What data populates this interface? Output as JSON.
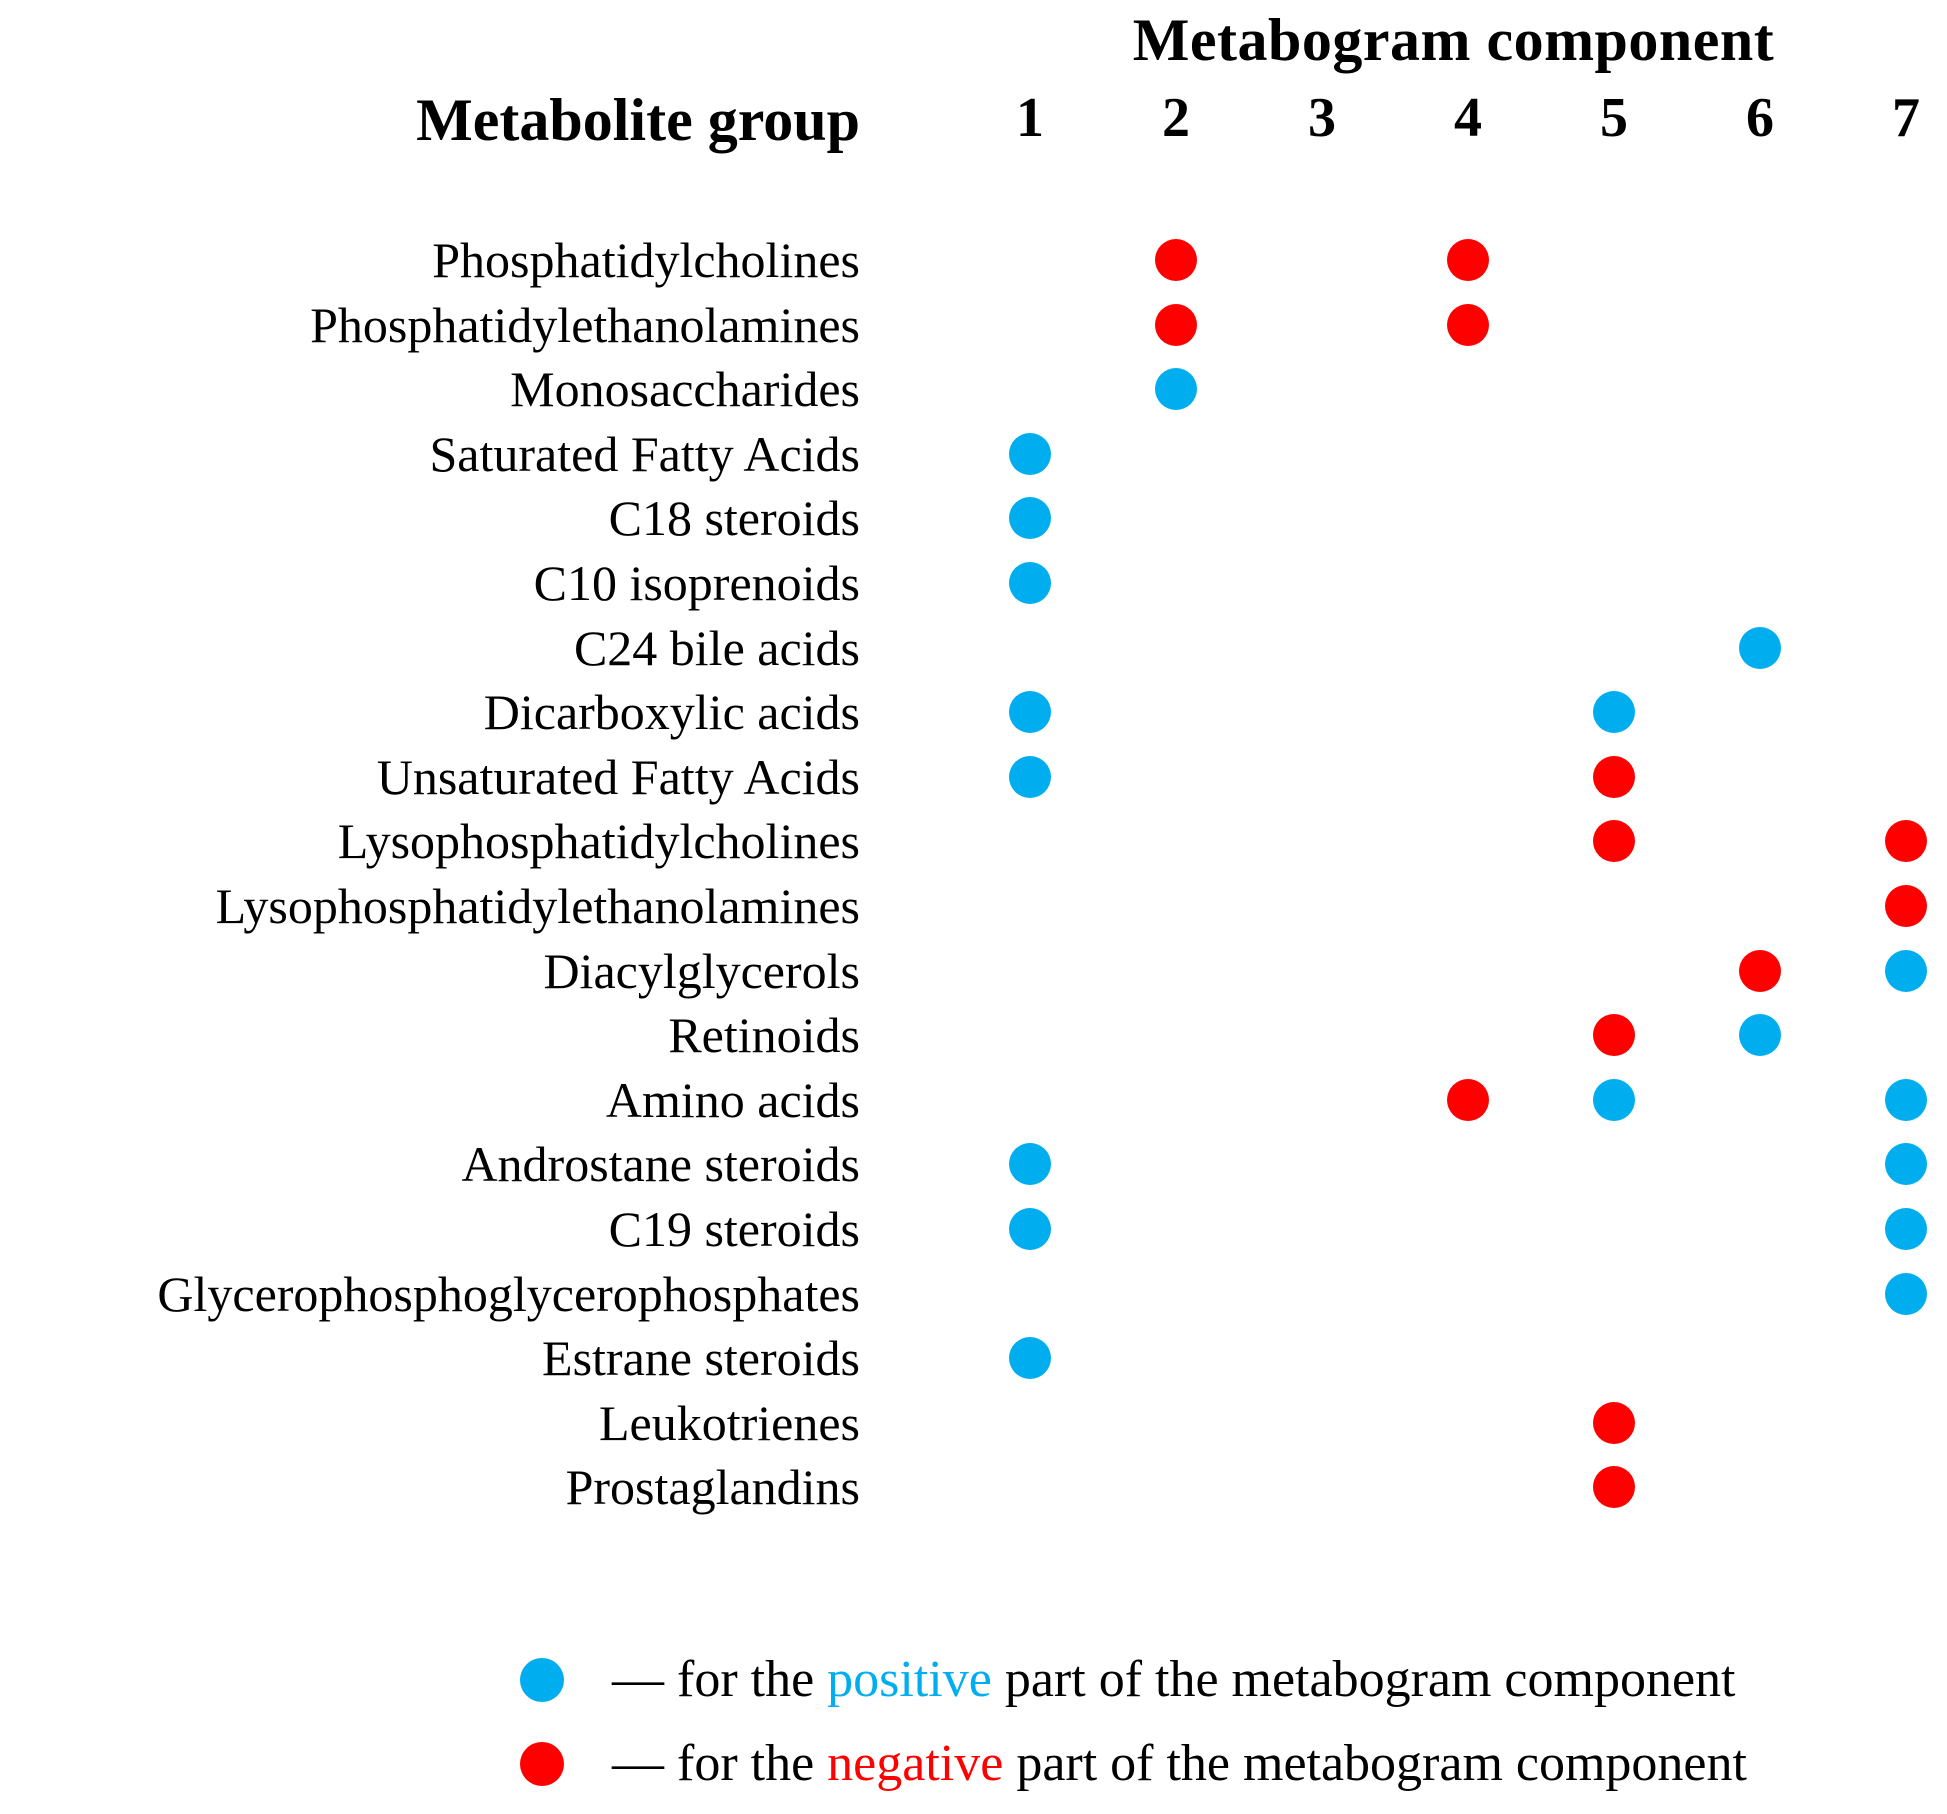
{
  "header": {
    "matrix_title": "Metabogram component",
    "row_header": "Metabolite group"
  },
  "colors": {
    "positive": "#00AEEF",
    "negative": "#FF0000",
    "text": "#000000",
    "background": "#FFFFFF"
  },
  "legend": {
    "positive": {
      "marker": "blue-dot",
      "prefix": "— for the ",
      "highlight": "positive",
      "suffix": " part of the metabogram component",
      "full": "— for the positive part of the metabogram component"
    },
    "negative": {
      "marker": "red-dot",
      "prefix": "— for the ",
      "highlight": "negative",
      "suffix": " part of the metabogram component",
      "full": "— for the negative part of the metabogram component"
    }
  },
  "chart_data": {
    "type": "heatmap",
    "title": "Metabogram component",
    "xlabel": "Metabogram component",
    "ylabel": "Metabolite group",
    "grid": false,
    "legend_position": "bottom",
    "columns": [
      "1",
      "2",
      "3",
      "4",
      "5",
      "6",
      "7"
    ],
    "categories": [
      "Phosphatidylcholines",
      "Phosphatidylethanolamines",
      "Monosaccharides",
      "Saturated Fatty Acids",
      "C18 steroids",
      "C10 isoprenoids",
      "C24 bile acids",
      "Dicarboxylic acids",
      "Unsaturated Fatty Acids",
      "Lysophosphatidylcholines",
      "Lysophosphatidylethanolamines",
      "Diacylglycerols",
      "Retinoids",
      "Amino acids",
      "Androstane steroids",
      "C19 steroids",
      "Glycerophosphoglycerophosphates",
      "Estrane steroids",
      "Leukotrienes",
      "Prostaglandins"
    ],
    "value_legend": {
      "positive": "blue dot — positive part of the metabogram component",
      "negative": "red dot — negative part of the metabogram component",
      "empty": "no marker"
    },
    "matrix": [
      [
        "",
        "neg",
        "",
        "neg",
        "",
        "",
        ""
      ],
      [
        "",
        "neg",
        "",
        "neg",
        "",
        "",
        ""
      ],
      [
        "",
        "pos",
        "",
        "",
        "",
        "",
        ""
      ],
      [
        "pos",
        "",
        "",
        "",
        "",
        "",
        ""
      ],
      [
        "pos",
        "",
        "",
        "",
        "",
        "",
        ""
      ],
      [
        "pos",
        "",
        "",
        "",
        "",
        "",
        ""
      ],
      [
        "",
        "",
        "",
        "",
        "",
        "pos",
        ""
      ],
      [
        "pos",
        "",
        "",
        "",
        "pos",
        "",
        ""
      ],
      [
        "pos",
        "",
        "",
        "",
        "neg",
        "",
        ""
      ],
      [
        "",
        "",
        "",
        "",
        "neg",
        "",
        "neg"
      ],
      [
        "",
        "",
        "",
        "",
        "",
        "",
        "neg"
      ],
      [
        "",
        "",
        "",
        "",
        "",
        "neg",
        "pos"
      ],
      [
        "",
        "",
        "",
        "",
        "neg",
        "pos",
        ""
      ],
      [
        "",
        "",
        "",
        "neg",
        "pos",
        "",
        "pos"
      ],
      [
        "pos",
        "",
        "",
        "",
        "",
        "",
        "pos"
      ],
      [
        "pos",
        "",
        "",
        "",
        "",
        "",
        "pos"
      ],
      [
        "",
        "",
        "",
        "",
        "",
        "",
        "pos"
      ],
      [
        "pos",
        "",
        "",
        "",
        "",
        "",
        ""
      ],
      [
        "",
        "",
        "",
        "",
        "neg",
        "",
        ""
      ],
      [
        "",
        "",
        "",
        "",
        "neg",
        "",
        ""
      ]
    ]
  }
}
